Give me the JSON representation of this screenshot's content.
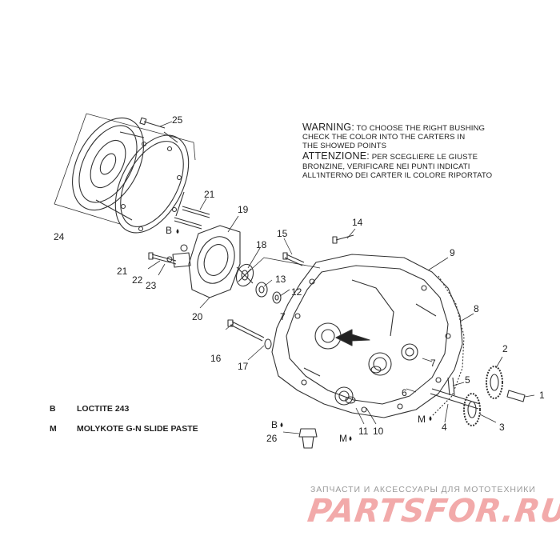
{
  "warning": {
    "title": "WARNING:",
    "line1": "TO CHOOSE THE RIGHT BUSHING",
    "line2": "CHECK THE COLOR INTO THE CARTERS IN",
    "line3": "THE SHOWED POINTS"
  },
  "attention": {
    "title": "ATTENZIONE:",
    "line1": "PER SCEGLIERE LE GIUSTE",
    "line2": "BRONZINE, VERIFICARE NEI PUNTI INDICATI",
    "line3": "ALL'INTERNO DEI CARTER IL COLORE RIPORTATO"
  },
  "legend": [
    {
      "symbol": "B",
      "text": "LOCTITE 243"
    },
    {
      "symbol": "M",
      "text": "MOLYKOTE G-N SLIDE PASTE"
    }
  ],
  "callouts": {
    "n1": "1",
    "n2": "2",
    "n3": "3",
    "n4": "4",
    "n5": "5",
    "n6": "6",
    "n7a": "7",
    "n7b": "7",
    "n8": "8",
    "n9": "9",
    "n10": "10",
    "n11": "11",
    "n12": "12",
    "n13": "13",
    "n14": "14",
    "n15": "15",
    "n16": "16",
    "n17": "17",
    "n18": "18",
    "n19": "19",
    "n20": "20",
    "n21a": "21",
    "n21b": "21",
    "n22": "22",
    "n23": "23",
    "n24": "24",
    "n25": "25",
    "n26": "26",
    "bA": "B",
    "bB": "B",
    "mA": "M",
    "mB": "M"
  },
  "watermark": {
    "tagline": "ЗАПЧАСТИ И АКСЕССУАРЫ ДЛЯ МОТОТЕХНИКИ",
    "logo": "PARTSFOR.RU"
  }
}
